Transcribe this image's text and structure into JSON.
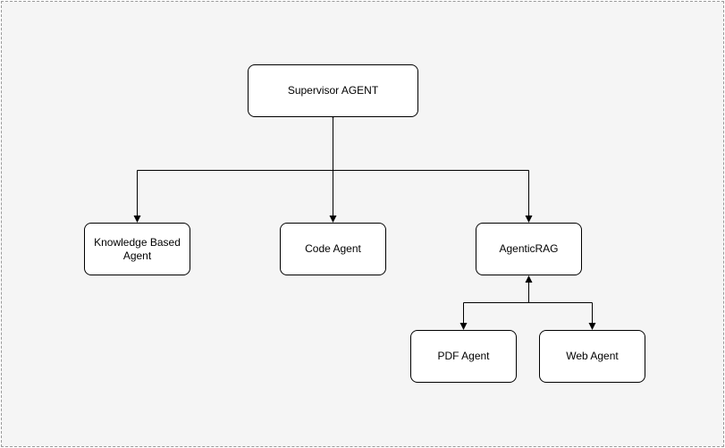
{
  "nodes": {
    "supervisor": "Supervisor AGENT",
    "knowledge": "Knowledge Based\nAgent",
    "code": "Code Agent",
    "agentic_rag": "AgenticRAG",
    "pdf": "PDF Agent",
    "web": "Web Agent"
  },
  "colors": {
    "background": "#f5f5f5",
    "frame_border": "#999999",
    "node_fill": "#ffffff",
    "stroke": "#000000"
  }
}
